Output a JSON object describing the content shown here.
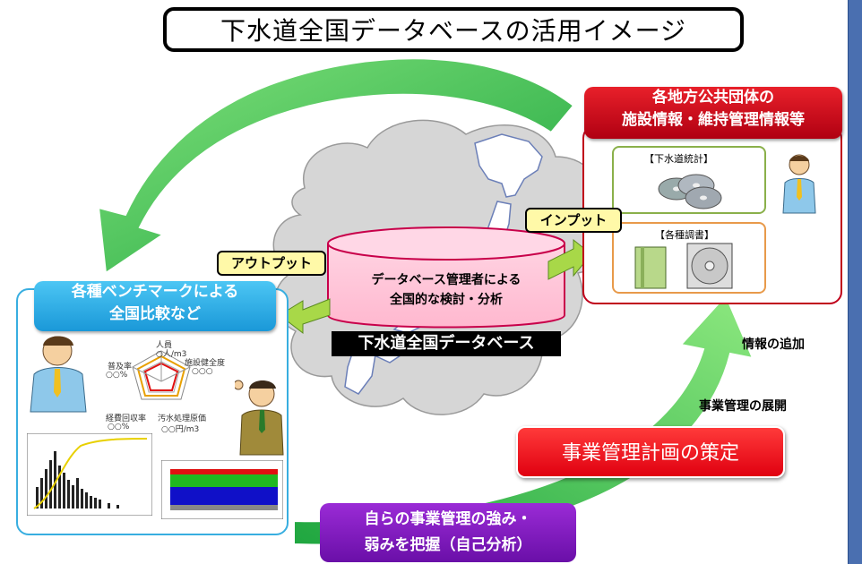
{
  "title": "下水道全国データベースの活用イメージ",
  "local_gov": {
    "banner_line1": "各地方公共団体の",
    "banner_line2": "施設情報・維持管理情報等",
    "stats_label": "【下水道統計】",
    "reports_label": "【各種調書】"
  },
  "input_tag": "インプット",
  "output_tag": "アウトプット",
  "database": {
    "desc_line1": "データベース管理者による",
    "desc_line2": "全国的な検討・分析",
    "name": "下水道全国データベース"
  },
  "benchmark": {
    "banner_line1": "各種ベンチマークによる",
    "banner_line2": "全国比較など",
    "radar_labels": [
      "人員",
      "○人/m3",
      "普及率",
      "施設健全度",
      "○○%",
      "○○○",
      "経費回収率",
      "汚水処理原価",
      "○○%",
      "○○円/m3"
    ]
  },
  "flow": {
    "info_add": "情報の追加",
    "mgmt_develop": "事業管理の展開",
    "plan": "事業管理計画の策定",
    "analysis_line1": "自らの事業管理の強み・",
    "analysis_line2": "弱みを把握（自己分析）"
  },
  "colors": {
    "arrow_green": "#2db84a",
    "red_banner": "#d8101e",
    "blue_banner": "#2aa8e6",
    "purple": "#7a1db8",
    "side_bar": "#4a6fb0"
  }
}
